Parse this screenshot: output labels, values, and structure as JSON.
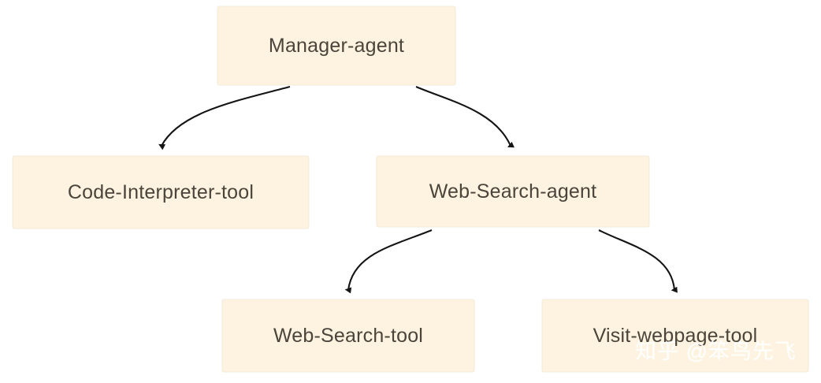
{
  "diagram": {
    "type": "flowchart",
    "direction": "top-down",
    "background_color": "#ffffff",
    "node_fill_color": "#fdf3e0",
    "node_border_color": "#f7eedb",
    "node_text_color": "#4a443a",
    "edge_color": "#1b1b1b",
    "nodes": [
      {
        "id": "manager-agent",
        "label": "Manager-agent",
        "level": 0
      },
      {
        "id": "code-interpreter-tool",
        "label": "Code-Interpreter-tool",
        "level": 1
      },
      {
        "id": "web-search-agent",
        "label": "Web-Search-agent",
        "level": 1
      },
      {
        "id": "web-search-tool",
        "label": "Web-Search-tool",
        "level": 2
      },
      {
        "id": "visit-webpage-tool",
        "label": "Visit-webpage-tool",
        "level": 2
      }
    ],
    "edges": [
      {
        "id": "edge-manager-to-code-interpreter",
        "from": "manager-agent",
        "to": "code-interpreter-tool",
        "style": "curved-arrow"
      },
      {
        "id": "edge-manager-to-web-search-agent",
        "from": "manager-agent",
        "to": "web-search-agent",
        "style": "curved-arrow"
      },
      {
        "id": "edge-web-search-agent-to-web-search-tool",
        "from": "web-search-agent",
        "to": "web-search-tool",
        "style": "curved-arrow"
      },
      {
        "id": "edge-web-search-agent-to-visit-webpage-tool",
        "from": "web-search-agent",
        "to": "visit-webpage-tool",
        "style": "curved-arrow"
      }
    ]
  },
  "watermark": {
    "text": "知乎 @笨鸟先飞"
  }
}
